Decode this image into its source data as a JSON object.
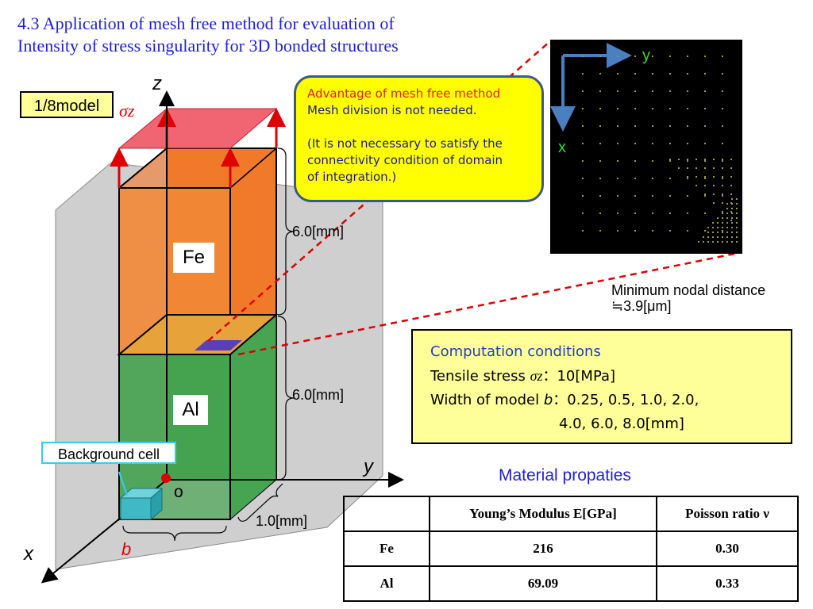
{
  "title": "4.3 Application of mesh free method for evaluation of Intensity of stress singularity for 3D bonded structures",
  "title_line1": "4.3 Application of mesh free method for evaluation of",
  "title_line2": "Intensity of stress singularity for 3D bonded structures",
  "model_label": "1/8model",
  "sigma_z": "σz",
  "advantage": {
    "line1": "Advantage of mesh free method",
    "line2": "Mesh division is not needed.",
    "line3": "(It is not necessary to satisfy the",
    "line4": "connectivity condition of domain",
    "line5": "of integration.)"
  },
  "diagram": {
    "axis_z": "z",
    "axis_y": "y",
    "axis_x": "x",
    "origin": "o",
    "fe_label": "Fe",
    "al_label": "Al",
    "dim_fe": "6.0[mm]",
    "dim_al": "6.0[mm]",
    "dim_depth": "1.0[mm]",
    "width_label": "b",
    "background_cell": "Background cell",
    "colors": {
      "fe": "#f08a3c",
      "al": "#2f9a3a",
      "plate": "#ef4a5a",
      "arrow": "#e00000",
      "cell": "#3fb9c4"
    }
  },
  "micro": {
    "axis_y": "y",
    "axis_x": "x",
    "min_distance_line1": "Minimum nodal distance",
    "min_distance_line2": "≒3.9[μm]"
  },
  "computation": {
    "title": "Computation conditions",
    "line1_prefix": "Tensile stress ",
    "line1_symbol": "σz",
    "line1_value": "：10[MPa]",
    "line2_prefix": "Width of model ",
    "line2_symbol": "b",
    "line2_value": "：0.25, 0.5, 1.0, 2.0,",
    "line3": "4.0, 6.0, 8.0[mm]"
  },
  "materials": {
    "title": "Material propaties",
    "headers": [
      "",
      "Young’s  Modulus E[GPa]",
      "Poisson ratio ν"
    ],
    "rows": [
      {
        "name": "Fe",
        "modulus": "216",
        "poisson": "0.30"
      },
      {
        "name": "Al",
        "modulus": "69.09",
        "poisson": "0.33"
      }
    ]
  }
}
